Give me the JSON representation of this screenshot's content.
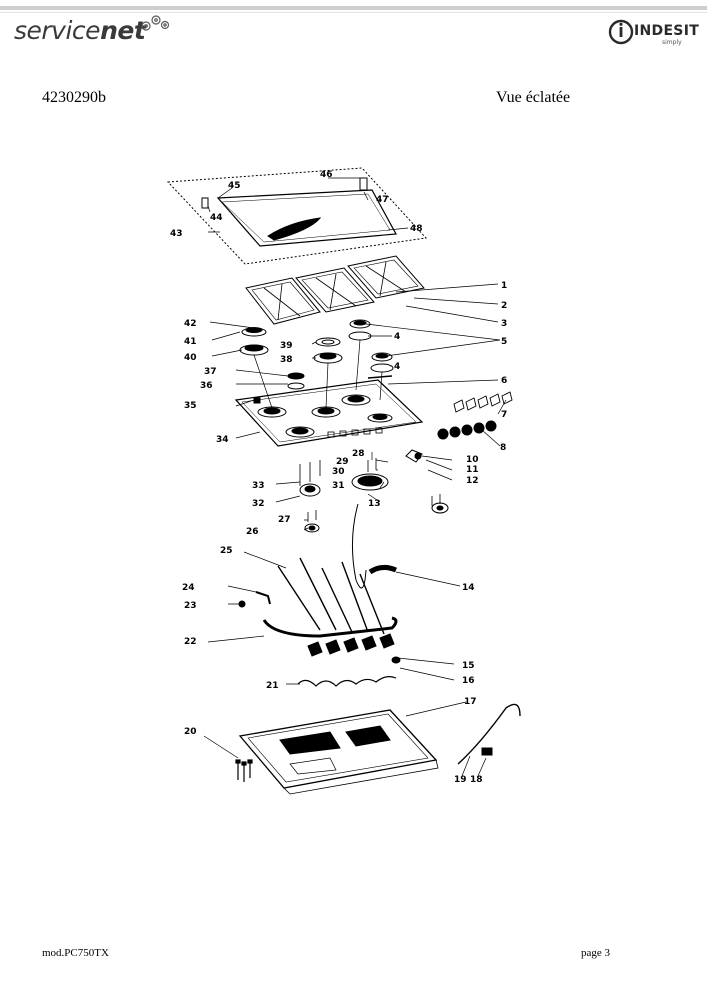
{
  "header": {
    "brand_left_light": "service",
    "brand_left_bold": "net",
    "brand_right": "INDESIT",
    "brand_right_sub": "simply"
  },
  "document": {
    "code": "4230290b",
    "view_title": "Vue éclatée"
  },
  "diagram": {
    "part_numbers": [
      "46",
      "45",
      "47",
      "44",
      "48",
      "43",
      "1",
      "2",
      "3",
      "42",
      "5",
      "4",
      "41",
      "39",
      "40",
      "38",
      "4",
      "37",
      "36",
      "6",
      "35",
      "7",
      "34",
      "8",
      "29",
      "28",
      "10",
      "30",
      "11",
      "12",
      "33",
      "31",
      "13",
      "32",
      "27",
      "26",
      "25",
      "14",
      "24",
      "23",
      "22",
      "15",
      "16",
      "21",
      "17",
      "20",
      "19",
      "18"
    ]
  },
  "footer": {
    "model": "mod.PC750TX",
    "page": "page 3"
  }
}
